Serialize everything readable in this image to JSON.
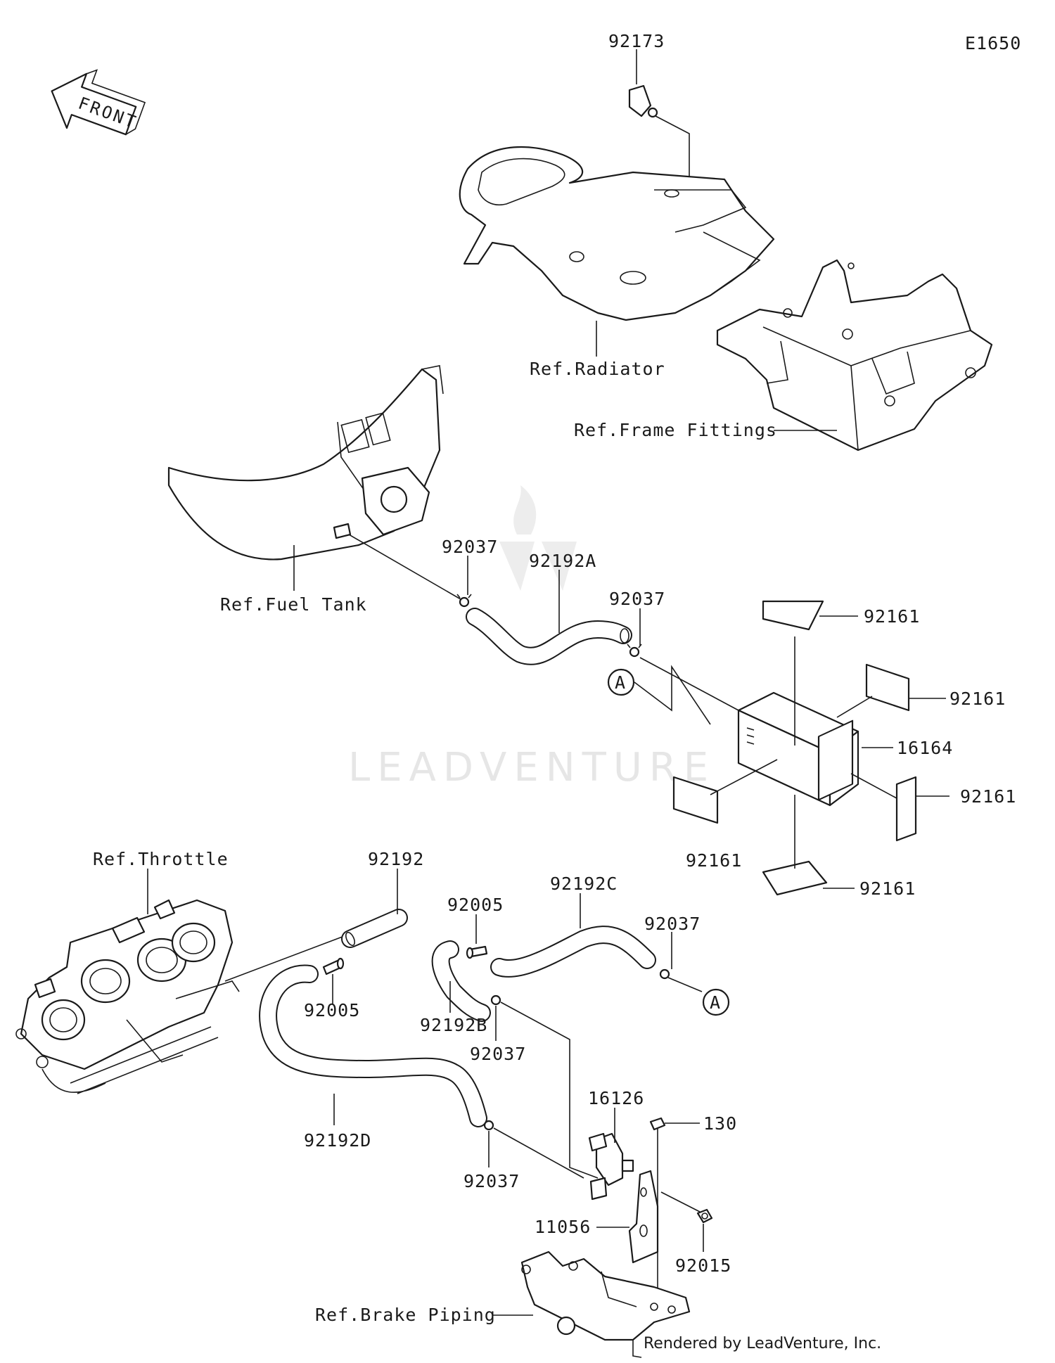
{
  "diagram_id": "E1650",
  "front_label": "FRONT",
  "watermark": "LEADVENTURE",
  "credit": "Rendered by LeadVenture, Inc.",
  "callouts": {
    "p92173": "92173",
    "ref_radiator": "Ref.Radiator",
    "ref_frame": "Ref.Frame Fittings",
    "ref_fuel_tank": "Ref.Fuel Tank",
    "p92037_a": "92037",
    "p92192A": "92192A",
    "p92037_b": "92037",
    "p92161_top": "92161",
    "p92161_right": "92161",
    "p16164": "16164",
    "p92161_lr": "92161",
    "p92161_left": "92161",
    "p92161_bottom": "92161",
    "conn_a1": "A",
    "conn_a2": "A",
    "ref_throttle": "Ref.Throttle",
    "p92192": "92192",
    "p92005_a": "92005",
    "p92192C": "92192C",
    "p92037_c": "92037",
    "p92005_b": "92005",
    "p92192B": "92192B",
    "p92037_d": "92037",
    "p16126": "16126",
    "p130": "130",
    "p92192D": "92192D",
    "p92037_e": "92037",
    "p11056": "11056",
    "p92015": "92015",
    "ref_brake": "Ref.Brake Piping"
  }
}
